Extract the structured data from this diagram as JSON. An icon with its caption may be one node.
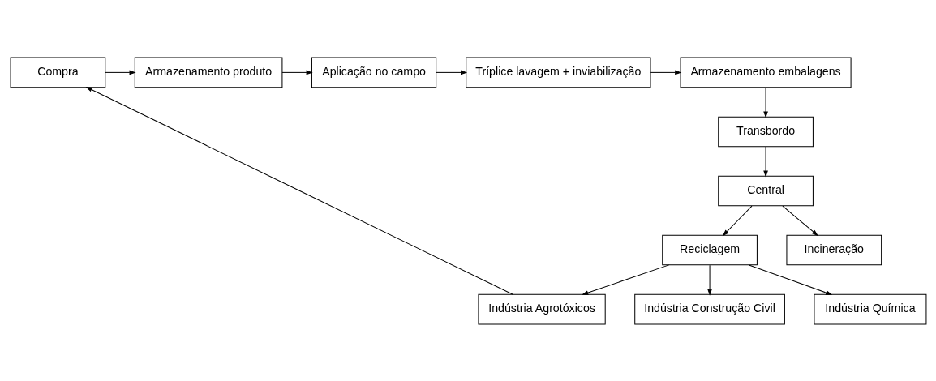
{
  "diagram": {
    "nodes": [
      {
        "text": [
          "Compra"
        ]
      },
      {
        "text": [
          "Armazenamento produto"
        ]
      },
      {
        "text": [
          "Aplicação no campo"
        ]
      },
      {
        "text": [
          "Tríplice lavagem + inviabilização"
        ]
      },
      {
        "text": [
          "Armazenamento embalagens"
        ]
      },
      {
        "text": [
          "Transbordo"
        ]
      },
      {
        "text": [
          "Central"
        ]
      },
      {
        "text": [
          "Indústria Construção Civil"
        ]
      },
      {
        "text": [
          "Indústria Química"
        ]
      },
      {
        "text": [
          "Reciclagem"
        ]
      },
      {
        "text": [
          "Incineração"
        ]
      },
      {
        "text": [
          "Indústria Agrotóxicos"
        ]
      }
    ],
    "edges": [
      {
        "from": 0,
        "to": 1,
        "arrow": "to"
      },
      {
        "from": 1,
        "to": 2,
        "arrow": "to"
      },
      {
        "from": 2,
        "to": 3,
        "arrow": "to"
      },
      {
        "from": 3,
        "to": 4,
        "arrow": "to"
      },
      {
        "from": 4,
        "to": 5,
        "arrow": "to"
      },
      {
        "from": 5,
        "to": 6,
        "arrow": "to"
      },
      {
        "from": 6,
        "to": 9,
        "arrow": "to"
      },
      {
        "from": 6,
        "to": 10,
        "arrow": "to"
      },
      {
        "from": 9,
        "to": 7,
        "arrow": "to"
      },
      {
        "from": 9,
        "to": 8,
        "arrow": "to"
      },
      {
        "from": 9,
        "to": 11,
        "arrow": "to"
      },
      {
        "from": 11,
        "to": 0,
        "arrow": "to"
      }
    ]
  }
}
